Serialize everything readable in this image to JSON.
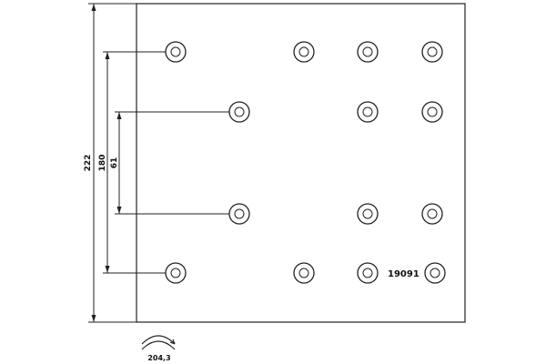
{
  "drawing": {
    "part_number": "19091",
    "dimensions": {
      "overall_height": "222",
      "outer_rivet_span": "180",
      "inner_rivet_span": "61",
      "arc_width": "204,3"
    },
    "rivet_count": 14
  }
}
